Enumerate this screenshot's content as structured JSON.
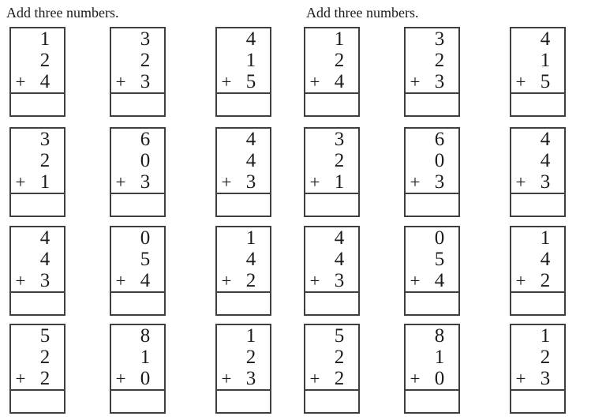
{
  "page": {
    "background": "#ffffff",
    "line_color": "#3f3f3f",
    "text_color": "#1b1b1b"
  },
  "worksheets": [
    {
      "heading": "Add three numbers.",
      "problems": [
        {
          "operator": "+",
          "addends": [
            1,
            2,
            4
          ]
        },
        {
          "operator": "+",
          "addends": [
            3,
            2,
            3
          ]
        },
        {
          "operator": "+",
          "addends": [
            4,
            1,
            5
          ]
        },
        {
          "operator": "+",
          "addends": [
            3,
            2,
            1
          ]
        },
        {
          "operator": "+",
          "addends": [
            6,
            0,
            3
          ]
        },
        {
          "operator": "+",
          "addends": [
            4,
            4,
            3
          ]
        },
        {
          "operator": "+",
          "addends": [
            4,
            4,
            3
          ]
        },
        {
          "operator": "+",
          "addends": [
            0,
            5,
            4
          ]
        },
        {
          "operator": "+",
          "addends": [
            1,
            4,
            2
          ]
        },
        {
          "operator": "+",
          "addends": [
            5,
            2,
            2
          ]
        },
        {
          "operator": "+",
          "addends": [
            8,
            1,
            0
          ]
        },
        {
          "operator": "+",
          "addends": [
            1,
            2,
            3
          ]
        }
      ]
    },
    {
      "heading": "Add three numbers.",
      "problems": [
        {
          "operator": "+",
          "addends": [
            1,
            2,
            4
          ]
        },
        {
          "operator": "+",
          "addends": [
            3,
            2,
            3
          ]
        },
        {
          "operator": "+",
          "addends": [
            4,
            1,
            5
          ]
        },
        {
          "operator": "+",
          "addends": [
            3,
            2,
            1
          ]
        },
        {
          "operator": "+",
          "addends": [
            6,
            0,
            3
          ]
        },
        {
          "operator": "+",
          "addends": [
            4,
            4,
            3
          ]
        },
        {
          "operator": "+",
          "addends": [
            4,
            4,
            3
          ]
        },
        {
          "operator": "+",
          "addends": [
            0,
            5,
            4
          ]
        },
        {
          "operator": "+",
          "addends": [
            1,
            4,
            2
          ]
        },
        {
          "operator": "+",
          "addends": [
            5,
            2,
            2
          ]
        },
        {
          "operator": "+",
          "addends": [
            8,
            1,
            0
          ]
        },
        {
          "operator": "+",
          "addends": [
            1,
            2,
            3
          ]
        }
      ]
    }
  ]
}
